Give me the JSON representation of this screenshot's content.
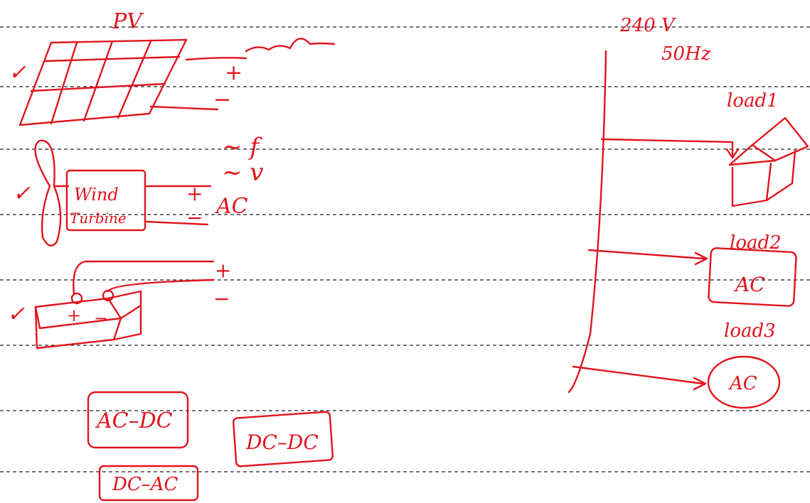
{
  "colors": {
    "ink": "#e0141e",
    "rule": "#222222",
    "background": "#ffffff"
  },
  "labels": {
    "pv": "PV",
    "pv_plus": "+",
    "pv_minus": "−",
    "wind_line1": "Wind",
    "wind_line2": "Turbine",
    "wind_plus": "+",
    "wind_minus": "−",
    "tilde_f": "~ f",
    "tilde_v": "~ v",
    "ac_output": "AC",
    "battery_plus_out": "+",
    "battery_minus_out": "−",
    "battery_term_plus": "+",
    "battery_term_minus": "−",
    "check": "✓",
    "grid_voltage": "240 V",
    "grid_frequency": "50Hz",
    "load1": "load1",
    "load2": "load2",
    "load3": "load3",
    "load2_box": "AC",
    "load3_circle": "AC",
    "converter_ac_dc": "AC–DC",
    "converter_dc_dc": "DC–DC",
    "converter_dc_ac": "DC–AC"
  }
}
